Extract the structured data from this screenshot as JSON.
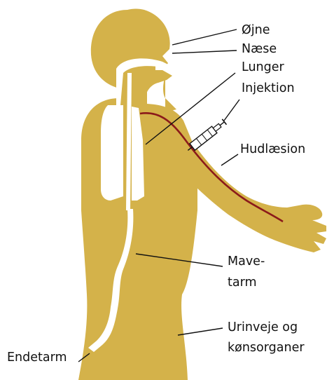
{
  "colors": {
    "body": "#d4b24a",
    "background": "#ffffff",
    "channel": "#ffffff",
    "vessel": "#8b1a1a",
    "ink": "#111111"
  },
  "labels": {
    "eyes": "Øjne",
    "nose": "Næse",
    "lungs": "Lunger",
    "injection": "Injektion",
    "skin_lesion": "Hudlæsion",
    "gut_line1": "Mave-",
    "gut_line2": "tarm",
    "urinary_line1": "Urinveje og",
    "urinary_line2": "kønsorganer",
    "rectum": "Endetarm"
  },
  "icons": {
    "syringe": "syringe-icon"
  }
}
